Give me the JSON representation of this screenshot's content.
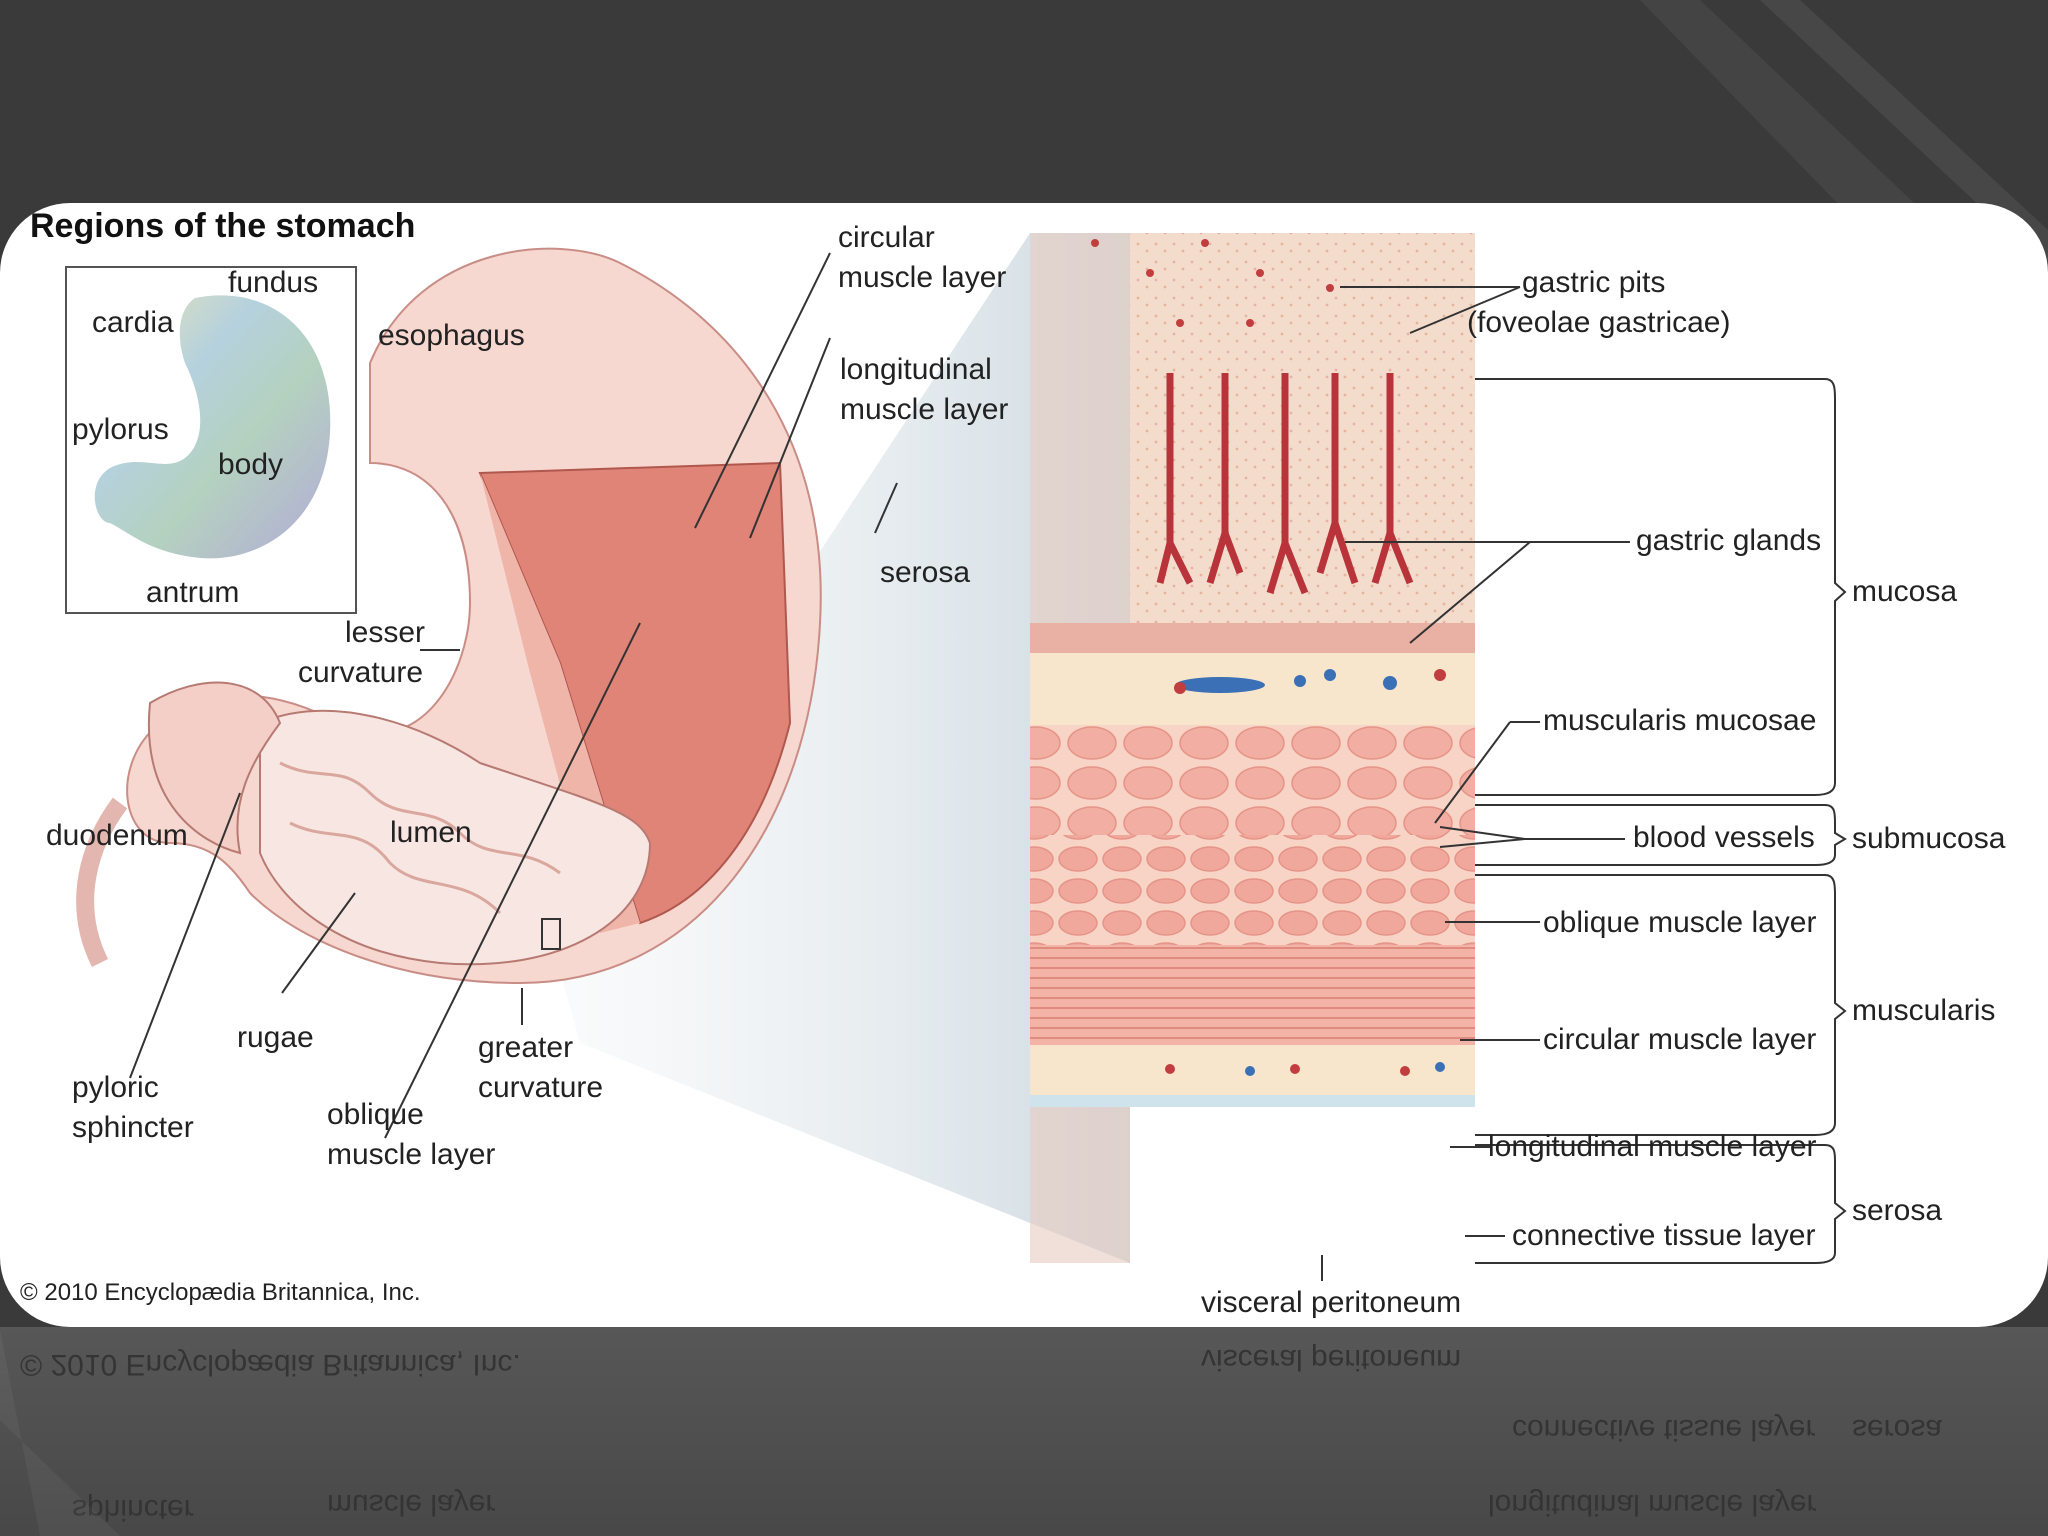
{
  "title": "Regions of the stomach",
  "copyright": "© 2010 Encyclopædia Britannica, Inc.",
  "inset_labels": {
    "fundus": "fundus",
    "cardia": "cardia",
    "pylorus": "pylorus",
    "body": "body",
    "antrum": "antrum"
  },
  "stomach_labels": {
    "esophagus": "esophagus",
    "circular_1": "circular",
    "circular_2": "muscle layer",
    "longitudinal_1": "longitudinal",
    "longitudinal_2": "muscle layer",
    "serosa": "serosa",
    "lesser_1": "lesser",
    "lesser_2": "curvature",
    "duodenum": "duodenum",
    "lumen": "lumen",
    "rugae": "rugae",
    "greater_1": "greater",
    "greater_2": "curvature",
    "pyloric_1": "pyloric",
    "pyloric_2": "sphincter",
    "oblique_1": "oblique",
    "oblique_2": "muscle layer"
  },
  "section_labels": {
    "gastric_pits_1": "gastric pits",
    "gastric_pits_2": "(foveolae gastricae)",
    "gastric_glands": "gastric glands",
    "muscularis_mucosae": "muscularis mucosae",
    "blood_vessels": "blood vessels",
    "oblique_muscle_layer": "oblique muscle layer",
    "circular_muscle_layer": "circular muscle layer",
    "longitudinal_muscle_layer": "longitudinal muscle layer",
    "connective_tissue_layer": "connective tissue layer",
    "visceral_peritoneum": "visceral peritoneum"
  },
  "group_labels": {
    "mucosa": "mucosa",
    "submucosa": "submucosa",
    "muscularis": "muscularis",
    "serosa": "serosa"
  },
  "colors": {
    "background": "#3a3a3a",
    "panel": "#ffffff",
    "tissue_pink": "#f2c4b8",
    "muscle_red": "#d9736a",
    "gland_red": "#b8343a",
    "vessel_blue": "#3b6fb6",
    "cream": "#f7e6cc"
  }
}
